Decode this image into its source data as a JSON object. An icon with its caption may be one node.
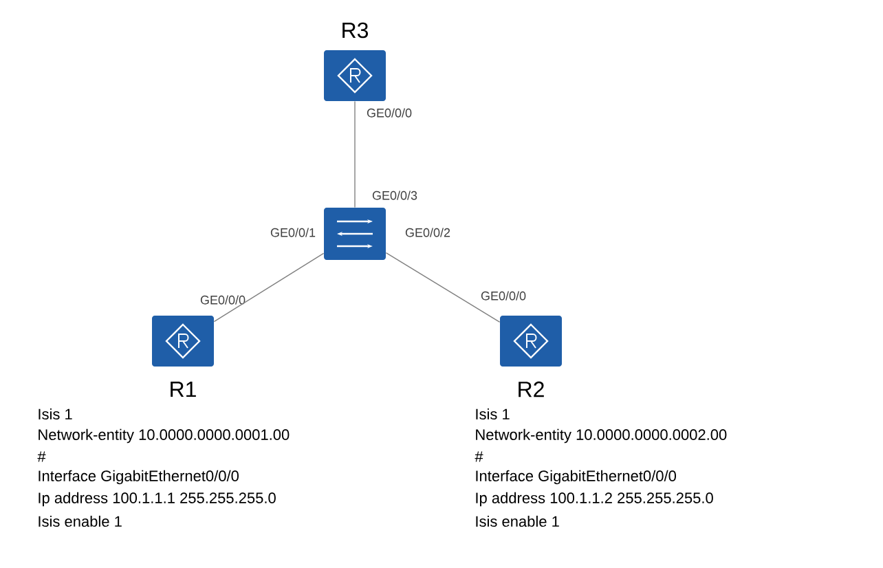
{
  "diagram": {
    "nodes": [
      {
        "text": [
          "R3"
        ],
        "beside": [
          "GE0/0/0"
        ]
      },
      {
        "text": [],
        "shape": "picture",
        "beside": [
          "GE0/0/3",
          "GE0/0/1",
          "GE0/0/2"
        ]
      },
      {
        "text": [
          "R1"
        ],
        "beside": [
          "GE0/0/0"
        ]
      },
      {
        "text": [
          "R2"
        ],
        "beside": [
          "GE0/0/0"
        ]
      }
    ],
    "edges": [
      {
        "from": 0,
        "to": 1,
        "arrow": "none"
      },
      {
        "from": 1,
        "to": 2,
        "arrow": "none"
      },
      {
        "from": 1,
        "to": 3,
        "arrow": "none"
      }
    ],
    "labels": [
      "Isis 1",
      "Network-entity 10.0000.0000.0001.00",
      "#",
      "Interface GigabitEthernet0/0/0",
      "Ip address 100.1.1.1 255.255.255.0",
      "Isis enable 1",
      "Isis 1",
      "Network-entity 10.0000.0000.0002.00",
      "#",
      "Interface GigabitEthernet0/0/0",
      "Ip address 100.1.1.2 255.255.255.0",
      "Isis enable 1"
    ]
  }
}
